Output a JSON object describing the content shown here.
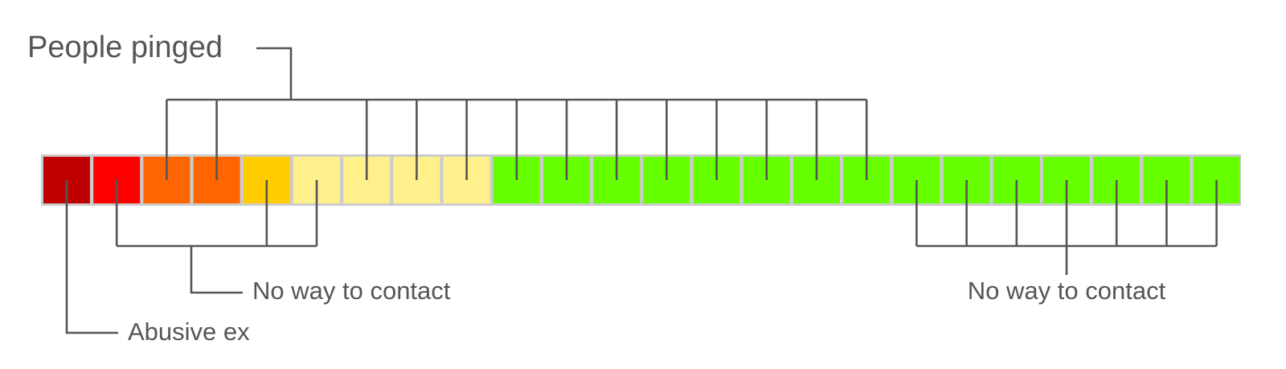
{
  "labels": {
    "people_pinged": "People pinged",
    "no_way_left": "No way to contact",
    "no_way_right": "No way to contact",
    "abusive_ex": "Abusive ex"
  },
  "cells": [
    "#c00000",
    "#ff0000",
    "#ff6600",
    "#ff6600",
    "#ffcc00",
    "#fff08c",
    "#fff08c",
    "#fff08c",
    "#fff08c",
    "#66ff00",
    "#66ff00",
    "#66ff00",
    "#66ff00",
    "#66ff00",
    "#66ff00",
    "#66ff00",
    "#66ff00",
    "#66ff00",
    "#66ff00",
    "#66ff00",
    "#66ff00",
    "#66ff00",
    "#66ff00",
    "#66ff00"
  ],
  "cell_border_color": "#cccccc",
  "groups": {
    "people_pinged": [
      2,
      3,
      6,
      7,
      8,
      9,
      10,
      11,
      12,
      13,
      14,
      15,
      16
    ],
    "no_way_left": [
      1,
      4,
      5
    ],
    "no_way_right": [
      17,
      18,
      19,
      20,
      21,
      22,
      23
    ],
    "abusive_ex": [
      0
    ]
  }
}
